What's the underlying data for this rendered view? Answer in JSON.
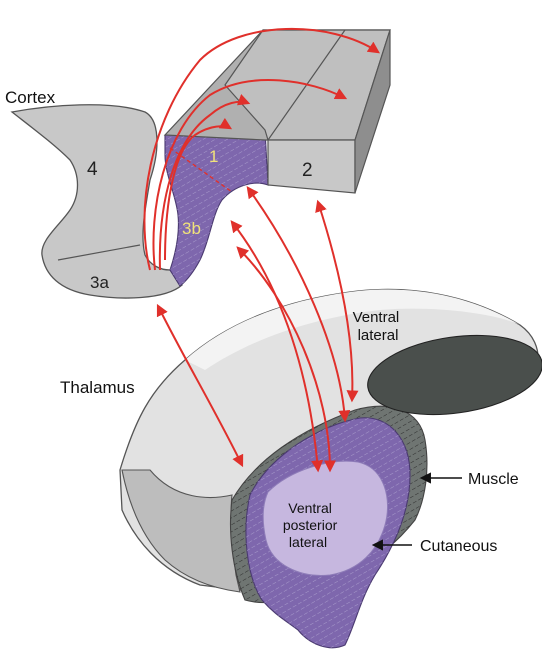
{
  "labels": {
    "cortex": "Cortex",
    "thalamus": "Thalamus",
    "area_4": "4",
    "area_1": "1",
    "area_2": "2",
    "area_3a": "3a",
    "area_3b": "3b",
    "ventral_lateral": [
      "Ventral",
      "lateral"
    ],
    "vpl": [
      "Ventral",
      "posterior",
      "lateral"
    ],
    "muscle": "Muscle",
    "cutaneous": "Cutaneous"
  },
  "colors": {
    "cortex_gray": "#c8c8c8",
    "cortex_dark": "#8e8e8e",
    "purple": "#7e67ad",
    "light_purple": "#c6b7df",
    "thalamus_gray": "#e2e2e2",
    "thalamus_dark": "#4a4f4c",
    "arrow_red": "#e0302b",
    "area_text_light": "#f0e27a"
  }
}
